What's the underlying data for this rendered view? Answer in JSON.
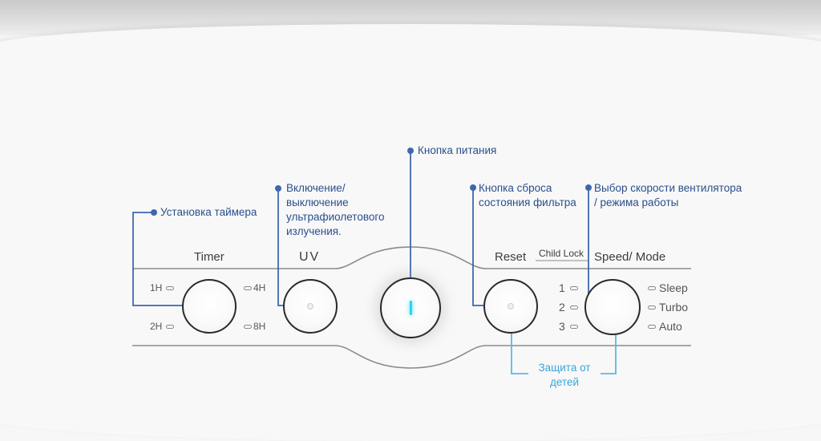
{
  "panel": {
    "timer_label": "Timer",
    "uv_label": "UV",
    "reset_label": "Reset",
    "child_lock_label": "Child Lock",
    "speed_label": "Speed/ Mode",
    "timer_options": [
      "1H",
      "2H",
      "4H",
      "8H"
    ],
    "speed_levels": [
      "1",
      "2",
      "3"
    ],
    "mode_options": [
      "Sleep",
      "Turbo",
      "Auto"
    ]
  },
  "annotations": {
    "timer": "Установка таймера",
    "uv": [
      "Включение/",
      "выключение",
      "ультрафиолетового",
      "излучения."
    ],
    "power": "Кнопка питания",
    "reset": [
      "Кнопка сброса",
      "состояния фильтра"
    ],
    "speed": [
      "Выбор скорости вентилятора",
      "/ режима работы"
    ],
    "child_lock": [
      "Защита от",
      "детей"
    ]
  },
  "colors": {
    "annotation": "#2a4f8c",
    "annotation_dot": "#3f67b0",
    "child_lock_line": "#5bb8e8",
    "power_led": "#2bd3f0"
  }
}
